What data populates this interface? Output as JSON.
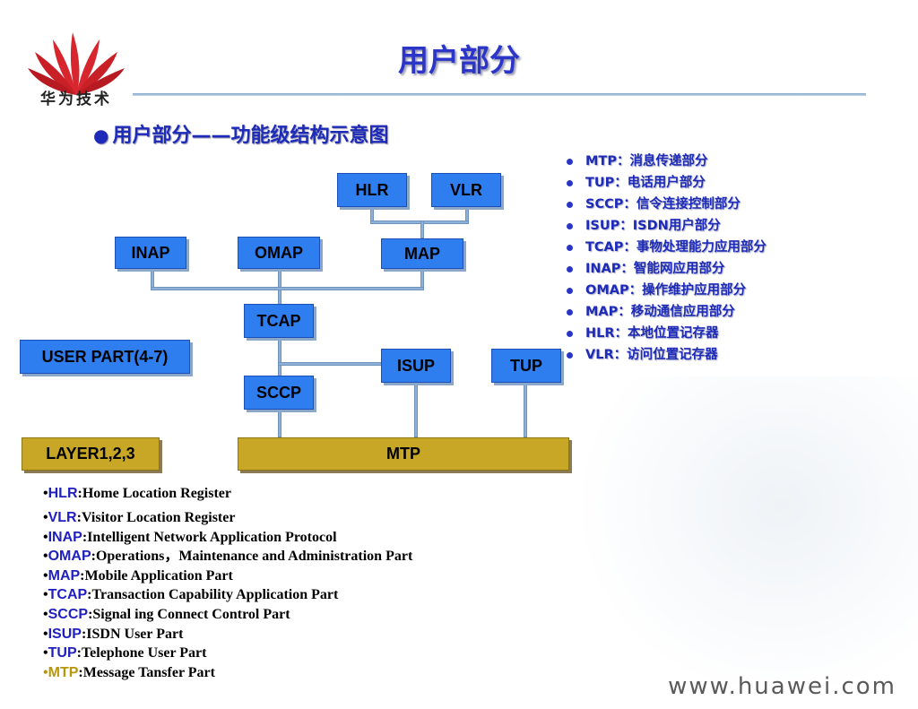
{
  "header": {
    "logo_text": "华为技术",
    "title": "用户部分",
    "subtitle": "用户部分——功能级结构示意图"
  },
  "diagram": {
    "boxes": {
      "hlr": "HLR",
      "vlr": "VLR",
      "inap": "INAP",
      "omap": "OMAP",
      "map": "MAP",
      "tcap": "TCAP",
      "user_part": "USER PART(4-7)",
      "isup": "ISUP",
      "tup": "TUP",
      "sccp": "SCCP",
      "layer": "LAYER1,2,3",
      "mtp": "MTP"
    }
  },
  "legend": [
    {
      "abbr": "MTP",
      "desc": "：消息传递部分"
    },
    {
      "abbr": "TUP",
      "desc": "：电话用户部分"
    },
    {
      "abbr": "SCCP",
      "desc": "：信令连接控制部分"
    },
    {
      "abbr": "ISUP",
      "desc": "：ISDN用户部分"
    },
    {
      "abbr": "TCAP",
      "desc": "：事物处理能力应用部分"
    },
    {
      "abbr": "INAP",
      "desc": "：智能网应用部分"
    },
    {
      "abbr": "OMAP",
      "desc": "：操作维护应用部分"
    },
    {
      "abbr": "MAP",
      "desc": "：移动通信应用部分"
    },
    {
      "abbr": "HLR",
      "desc": "：本地位置记存器"
    },
    {
      "abbr": "VLR",
      "desc": "：访问位置记存器"
    }
  ],
  "glossary": [
    {
      "abbr": "HLR",
      "desc": ":Home Location Register"
    },
    {
      "abbr": "VLR",
      "desc": ":Visitor Location Register"
    },
    {
      "abbr": "INAP",
      "desc": ":Intelligent Network Application Protocol"
    },
    {
      "abbr": "OMAP",
      "desc": ":Operations，Maintenance and Administration Part"
    },
    {
      "abbr": "MAP",
      "desc": ":Mobile Application Part"
    },
    {
      "abbr": "TCAP",
      "desc": ":Transaction Capability Application Part"
    },
    {
      "abbr": "SCCP",
      "desc": ":Signal ing Connect Control Part"
    },
    {
      "abbr": "ISUP",
      "desc": ":ISDN User Part"
    },
    {
      "abbr": "TUP",
      "desc": ":Telephone User Part"
    },
    {
      "abbr": "MTP",
      "desc": ":Message Tansfer Part"
    }
  ],
  "footer": {
    "website": "www.huawei.com"
  },
  "colors": {
    "title_blue": "#2b35c8",
    "box_blue": "#2f7ef0",
    "box_gold": "#c8a726",
    "brand_red": "#d8262e"
  }
}
